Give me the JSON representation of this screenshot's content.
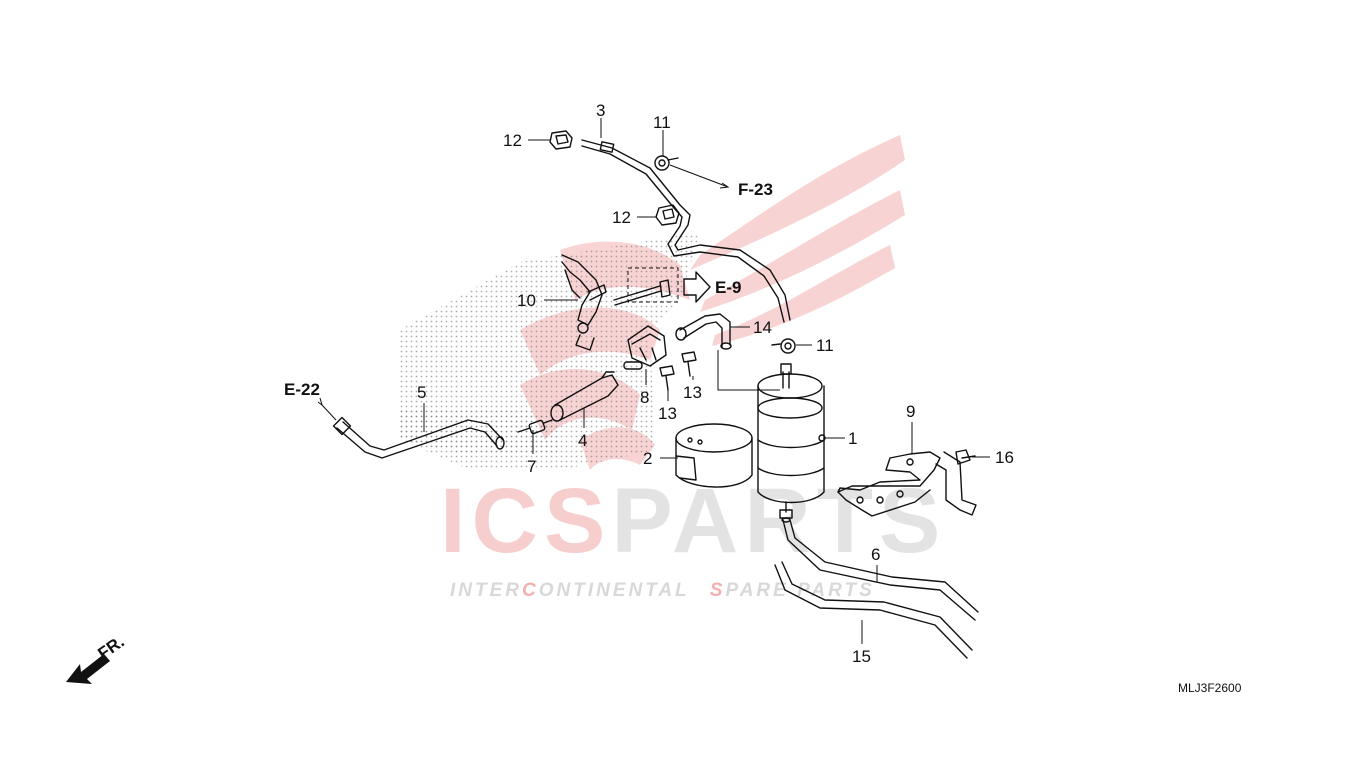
{
  "diagram": {
    "code": "MLJ3F2600",
    "front_marker": "FR.",
    "references": [
      "F-23",
      "E-9",
      "E-22"
    ],
    "callouts": {
      "c1": "1",
      "c2": "2",
      "c3": "3",
      "c4": "4",
      "c5": "5",
      "c6": "6",
      "c7": "7",
      "c8": "8",
      "c9": "9",
      "c10": "10",
      "c11a": "11",
      "c11b": "11",
      "c12a": "12",
      "c12b": "12",
      "c13a": "13",
      "c13b": "13",
      "c14": "14",
      "c15": "15",
      "c16": "16"
    }
  },
  "watermark": {
    "brand_a": "ICS",
    "brand_b": "PARTS",
    "tagline_a": "INTER",
    "tagline_b": "C",
    "tagline_c": "ONTINENTAL",
    "tagline_d": "S",
    "tagline_e": "PARE PARTS"
  },
  "colors": {
    "watermark_red": "#e03a3a",
    "watermark_gray": "#c8c8c8",
    "line": "#111111"
  }
}
